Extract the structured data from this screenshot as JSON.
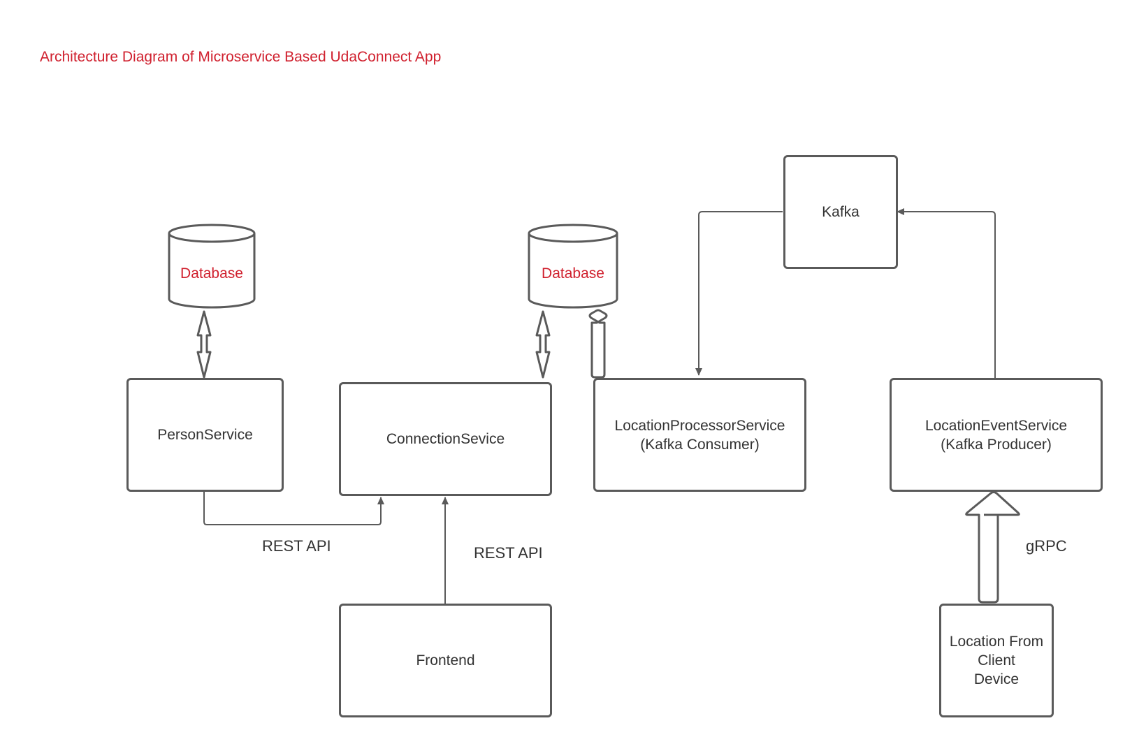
{
  "title": "Architecture Diagram of Microservice Based UdaConnect App",
  "colors": {
    "title": "#d0202e",
    "database_label": "#d0202e",
    "stroke": "#5a5a5a",
    "text": "#333333"
  },
  "databases": [
    {
      "label": "Database"
    },
    {
      "label": "Database"
    }
  ],
  "nodes": {
    "kafka": {
      "lines": [
        "Kafka"
      ]
    },
    "person_service": {
      "lines": [
        "PersonService"
      ]
    },
    "connection_service": {
      "lines": [
        "ConnectionSevice"
      ]
    },
    "location_processor": {
      "lines": [
        "LocationProcessorService",
        "(Kafka Consumer)"
      ]
    },
    "location_event": {
      "lines": [
        "LocationEventService",
        "(Kafka Producer)"
      ]
    },
    "frontend": {
      "lines": [
        "Frontend"
      ]
    },
    "client_device": {
      "lines": [
        "Location From",
        "Client",
        "Device"
      ]
    }
  },
  "edge_labels": {
    "person_to_connection": "REST API",
    "frontend_to_connection": "REST API",
    "client_to_event": "gRPC"
  }
}
